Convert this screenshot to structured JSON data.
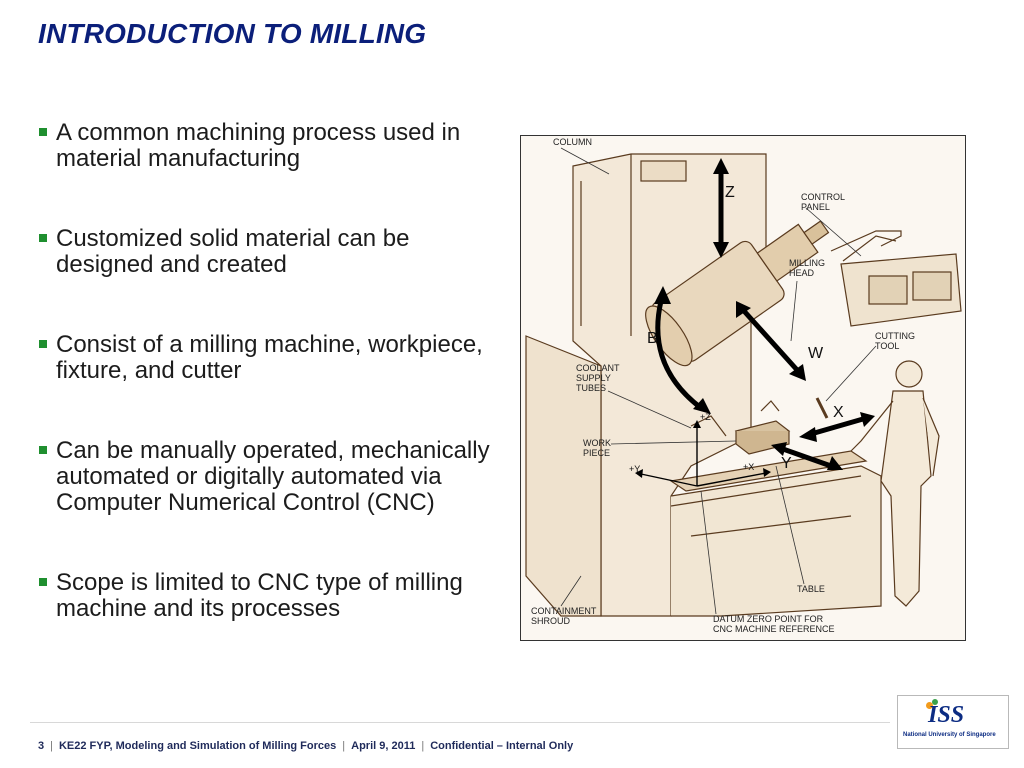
{
  "slide": {
    "title": "INTRODUCTION TO MILLING",
    "bullets": [
      "A common machining process used in material manufacturing",
      "Customized solid material can be designed and created",
      "Consist of a milling machine, workpiece, fixture, and cutter",
      "Can be manually operated, mechanically automated or digitally automated via Computer Numerical Control (CNC)",
      "Scope is limited to CNC type of milling machine and its processes"
    ]
  },
  "figure": {
    "labels": {
      "column": "COLUMN",
      "control_panel": "CONTROL\nPANEL",
      "milling_head": "MILLING\nHEAD",
      "cutting_tool": "CUTTING\nTOOL",
      "coolant": "COOLANT\nSUPPLY\nTUBES",
      "work_piece": "WORK\nPIECE",
      "table": "TABLE",
      "containment": "CONTAINMENT\nSHROUD",
      "datum": "DATUM ZERO POINT FOR\nCNC MACHINE REFERENCE"
    },
    "axes": {
      "z": "Z",
      "b": "B",
      "w": "W",
      "x": "X",
      "y": "Y",
      "plus_z": "+Z",
      "plus_y": "+Y",
      "plus_x": "+X"
    }
  },
  "footer": {
    "page": "3",
    "course": "KE22 FYP, Modeling and Simulation of Milling Forces",
    "date": "April 9, 2011",
    "confidential": "Confidential – Internal Only"
  },
  "logo": {
    "mark": "ISS",
    "subtitle": "National University of Singapore"
  },
  "colors": {
    "title": "#0b1f7a",
    "bullet": "#1f8f2f"
  }
}
